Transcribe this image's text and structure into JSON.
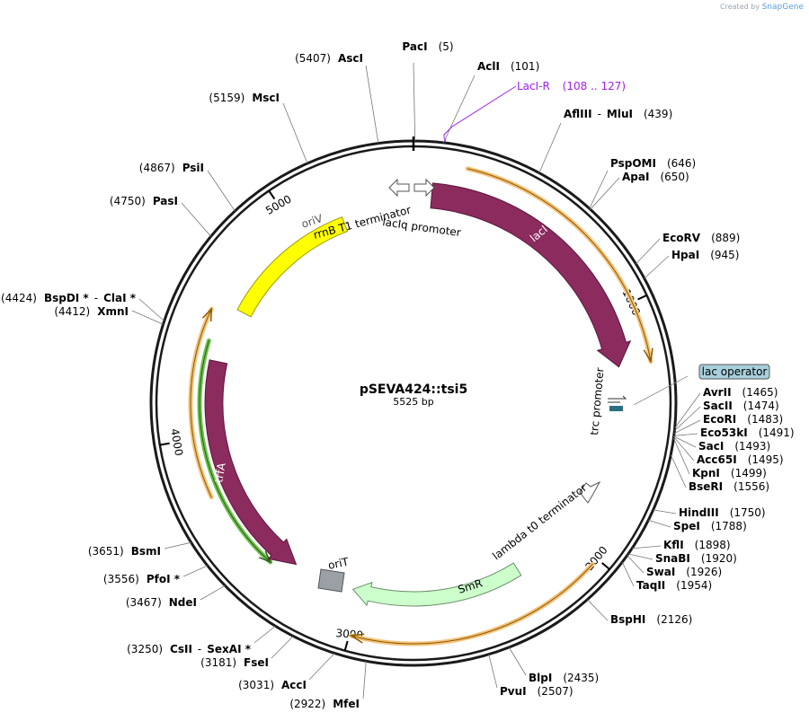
{
  "credit": {
    "prefix": "Created by",
    "brand": "SnapGene"
  },
  "plasmid": {
    "name": "pSEVA424::tsi5",
    "size_label": "5525 bp",
    "length": 5525
  },
  "colors": {
    "backbone": "#1a1a1a",
    "orf": "#8b2b5e",
    "origin": "#ffff00",
    "marker": "#ccffcc",
    "primer": "#a020f0",
    "operator_box": "#a8d0dc",
    "highlight": "#f4c27a",
    "green_track": "#6cc24a",
    "oriT": "#9aa0a6"
  },
  "tick_labels": [
    "1000",
    "2000",
    "3000",
    "4000",
    "5000"
  ],
  "features": [
    {
      "label": "lacI",
      "type": "orf"
    },
    {
      "label": "trfA",
      "type": "orf"
    },
    {
      "label": "oriV",
      "type": "origin"
    },
    {
      "label": "SmR",
      "type": "marker"
    },
    {
      "label": "oriT",
      "type": "origin"
    },
    {
      "label": "rrnB T1 terminator",
      "type": "terminator"
    },
    {
      "label": "lacIq promoter",
      "type": "promoter"
    },
    {
      "label": "trc promoter",
      "type": "promoter"
    },
    {
      "label": "lambda t0 terminator",
      "type": "terminator"
    }
  ],
  "primer": {
    "label": "LacI-R",
    "range": "(108 .. 127)"
  },
  "lac_operator": "lac operator",
  "sites": [
    {
      "name": "PacI",
      "pos": "(5)"
    },
    {
      "name": "AclI",
      "pos": "(101)"
    },
    {
      "name": "AflIII",
      "name2": "MluI",
      "pos": "(439)"
    },
    {
      "name": "PspOMI",
      "pos": "(646)"
    },
    {
      "name": "ApaI",
      "pos": "(650)"
    },
    {
      "name": "EcoRV",
      "pos": "(889)"
    },
    {
      "name": "HpaI",
      "pos": "(945)"
    },
    {
      "name": "AvrII",
      "pos": "(1465)"
    },
    {
      "name": "SacII",
      "pos": "(1474)"
    },
    {
      "name": "EcoRI",
      "pos": "(1483)"
    },
    {
      "name": "Eco53kI",
      "pos": "(1491)"
    },
    {
      "name": "SacI",
      "pos": "(1493)"
    },
    {
      "name": "Acc65I",
      "pos": "(1495)"
    },
    {
      "name": "KpnI",
      "pos": "(1499)"
    },
    {
      "name": "BseRI",
      "pos": "(1556)"
    },
    {
      "name": "HindIII",
      "pos": "(1750)"
    },
    {
      "name": "SpeI",
      "pos": "(1788)"
    },
    {
      "name": "KflI",
      "pos": "(1898)"
    },
    {
      "name": "SnaBI",
      "pos": "(1920)"
    },
    {
      "name": "SwaI",
      "pos": "(1926)"
    },
    {
      "name": "TaqII",
      "pos": "(1954)"
    },
    {
      "name": "BspHI",
      "pos": "(2126)"
    },
    {
      "name": "BlpI",
      "pos": "(2435)"
    },
    {
      "name": "PvuI",
      "pos": "(2507)"
    },
    {
      "name": "MfeI",
      "pos": "(2922)"
    },
    {
      "name": "AccI",
      "pos": "(3031)"
    },
    {
      "name": "FseI",
      "pos": "(3181)"
    },
    {
      "name": "CsII",
      "name2": "SexAI *",
      "pos": "(3250)"
    },
    {
      "name": "NdeI",
      "pos": "(3467)"
    },
    {
      "name": "PfoI *",
      "pos": "(3556)"
    },
    {
      "name": "BsmI",
      "pos": "(3651)"
    },
    {
      "name": "XmnI",
      "pos": "(4412)"
    },
    {
      "name": "BspDI *",
      "name2": "ClaI *",
      "pos": "(4424)"
    },
    {
      "name": "PasI",
      "pos": "(4750)"
    },
    {
      "name": "PsiI",
      "pos": "(4867)"
    },
    {
      "name": "MscI",
      "pos": "(5159)"
    },
    {
      "name": "AscI",
      "pos": "(5407)"
    }
  ]
}
